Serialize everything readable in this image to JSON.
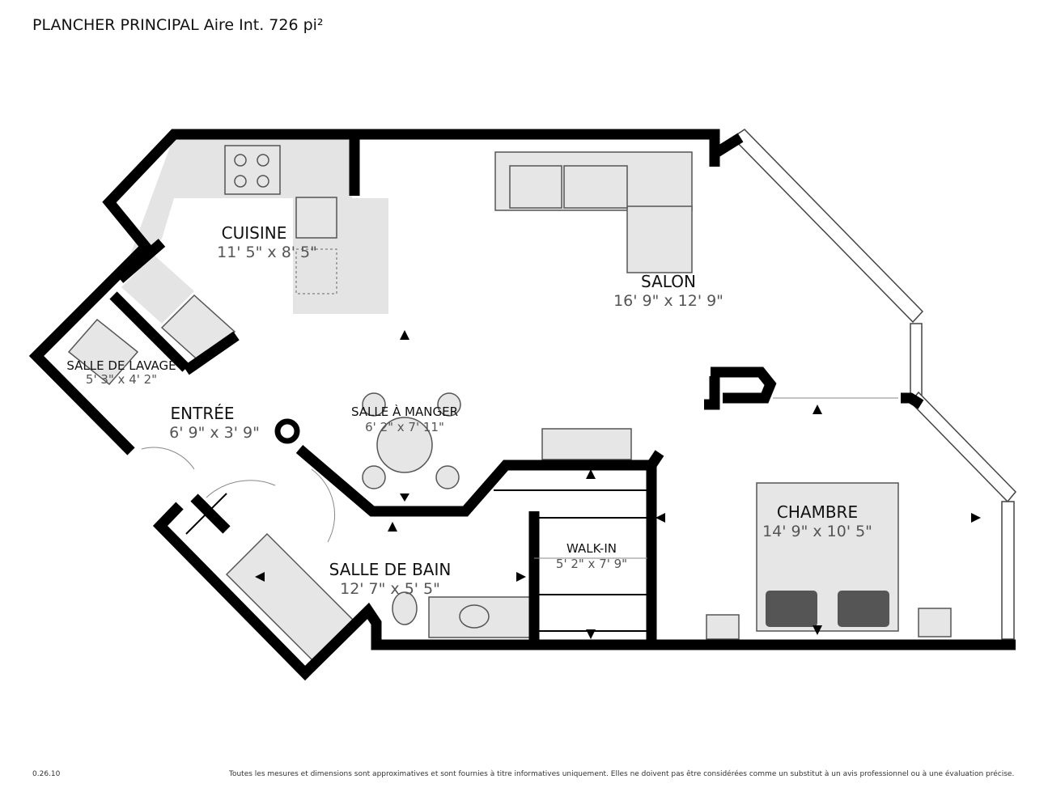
{
  "header": {
    "title": "PLANCHER PRINCIPAL Aire Int. 726 pi²"
  },
  "footer": {
    "version": "0.26.10",
    "disclaimer": "Toutes les mesures et dimensions sont approximatives et sont fournies à titre informatives uniquement. Elles ne doivent pas être considérées comme un substitut à un avis professionnel ou à une évaluation précise."
  },
  "rooms": [
    {
      "name": "CUISINE",
      "dims": "11' 5\" x 8' 5\""
    },
    {
      "name": "SALON",
      "dims": "16' 9\" x 12' 9\""
    },
    {
      "name": "SALLE DE LAVAGE",
      "dims": "5' 3\" x 4' 2\""
    },
    {
      "name": "ENTRÉE",
      "dims": "6' 9\" x 3' 9\""
    },
    {
      "name": "SALLE À MANGER",
      "dims": "6' 2\" x 7' 11\""
    },
    {
      "name": "SALLE DE BAIN",
      "dims": "12' 7\" x 5' 5\""
    },
    {
      "name": "WALK-IN",
      "dims": "5' 2\" x 7' 9\""
    },
    {
      "name": "CHAMBRE",
      "dims": "14' 9\" x 10' 5\""
    }
  ],
  "colors": {
    "wall": "#000000",
    "fixture": "#e6e6e6",
    "dimension_text": "#555555"
  }
}
